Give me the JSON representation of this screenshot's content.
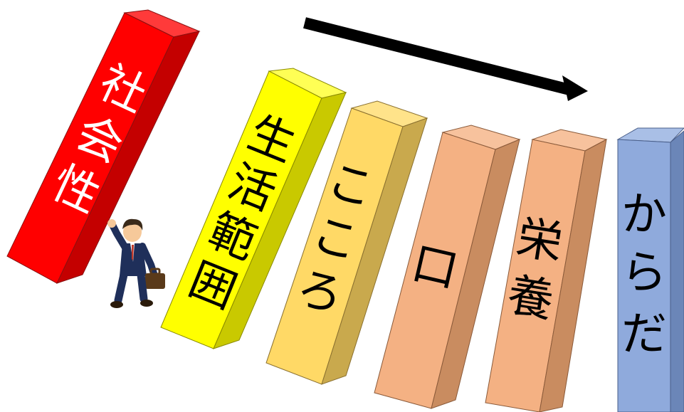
{
  "dominoes": [
    {
      "id": "shakaisei",
      "chars": [
        "社",
        "会",
        "性"
      ],
      "front": "#ff0000",
      "side": "#c40000",
      "top": "#ff3a3a",
      "text_color": "#ffffff"
    },
    {
      "id": "seikatsu-hani",
      "chars": [
        "生",
        "活",
        "範",
        "囲"
      ],
      "front": "#ffff00",
      "side": "#c9c900",
      "top": "#ffff55",
      "text_color": "#000000"
    },
    {
      "id": "kokoro",
      "chars": [
        "こ",
        "こ",
        "ろ"
      ],
      "front": "#ffd966",
      "side": "#c9a94d",
      "top": "#ffe38a",
      "text_color": "#000000"
    },
    {
      "id": "kuchi",
      "chars": [
        "口"
      ],
      "front": "#f4b183",
      "side": "#c98c60",
      "top": "#f7c29d",
      "text_color": "#000000"
    },
    {
      "id": "eiyou",
      "chars": [
        "栄",
        "養"
      ],
      "front": "#f4b183",
      "side": "#c98c60",
      "top": "#f7c29d",
      "text_color": "#000000"
    },
    {
      "id": "karada",
      "chars": [
        "か",
        "ら",
        "だ"
      ],
      "front": "#8faadc",
      "side": "#6b86b8",
      "top": "#a9bfe6",
      "text_color": "#000000"
    }
  ],
  "arrow": {
    "direction": "right",
    "color": "#000000"
  },
  "figure": {
    "icon": "businessman-icon",
    "suit": "#1f2f5a",
    "skin": "#f6c99a",
    "hair": "#3a2a1a",
    "bag": "#5a3a1a",
    "tie": "#c0392b"
  }
}
